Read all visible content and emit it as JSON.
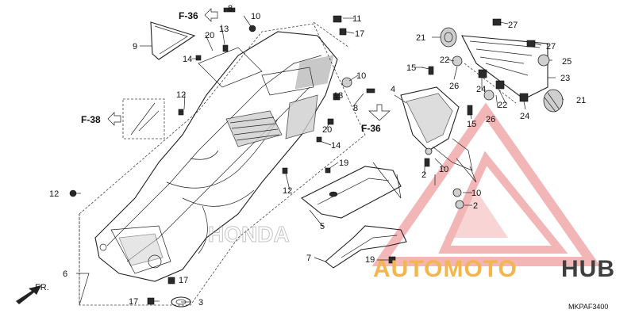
{
  "diagram": {
    "code": "MKPAF3400",
    "front_label": "FR.",
    "ref_arrows": {
      "top": "F-36",
      "middle": "F-36",
      "left": "F-38"
    },
    "callouts": {
      "c2a": "2",
      "c2b": "2",
      "c3": "3",
      "c4": "4",
      "c5": "5",
      "c6": "6",
      "c7": "7",
      "c8a": "8",
      "c8b": "8",
      "c9": "9",
      "c10a": "10",
      "c10b": "10",
      "c10c": "10",
      "c10d": "10",
      "c11": "11",
      "c12a": "12",
      "c12b": "12",
      "c12c": "12",
      "c13a": "13",
      "c13b": "13",
      "c14a": "14",
      "c14b": "14",
      "c15a": "15",
      "c15b": "15",
      "c17a": "17",
      "c17b": "17",
      "c17c": "17",
      "c19a": "19",
      "c19b": "19",
      "c20a": "20",
      "c20b": "20",
      "c21a": "21",
      "c21b": "21",
      "c22a": "22",
      "c22b": "22",
      "c23": "23",
      "c24a": "24",
      "c24b": "24",
      "c25": "25",
      "c26a": "26",
      "c26b": "26",
      "c27a": "27",
      "c27b": "27"
    }
  },
  "watermark": {
    "brand_part1": "AUTOMOTO",
    "brand_part2": "HUB",
    "colors": {
      "accent": "#f2b64d",
      "dark": "#3f3f3f",
      "logo": "#e97b7b"
    }
  }
}
